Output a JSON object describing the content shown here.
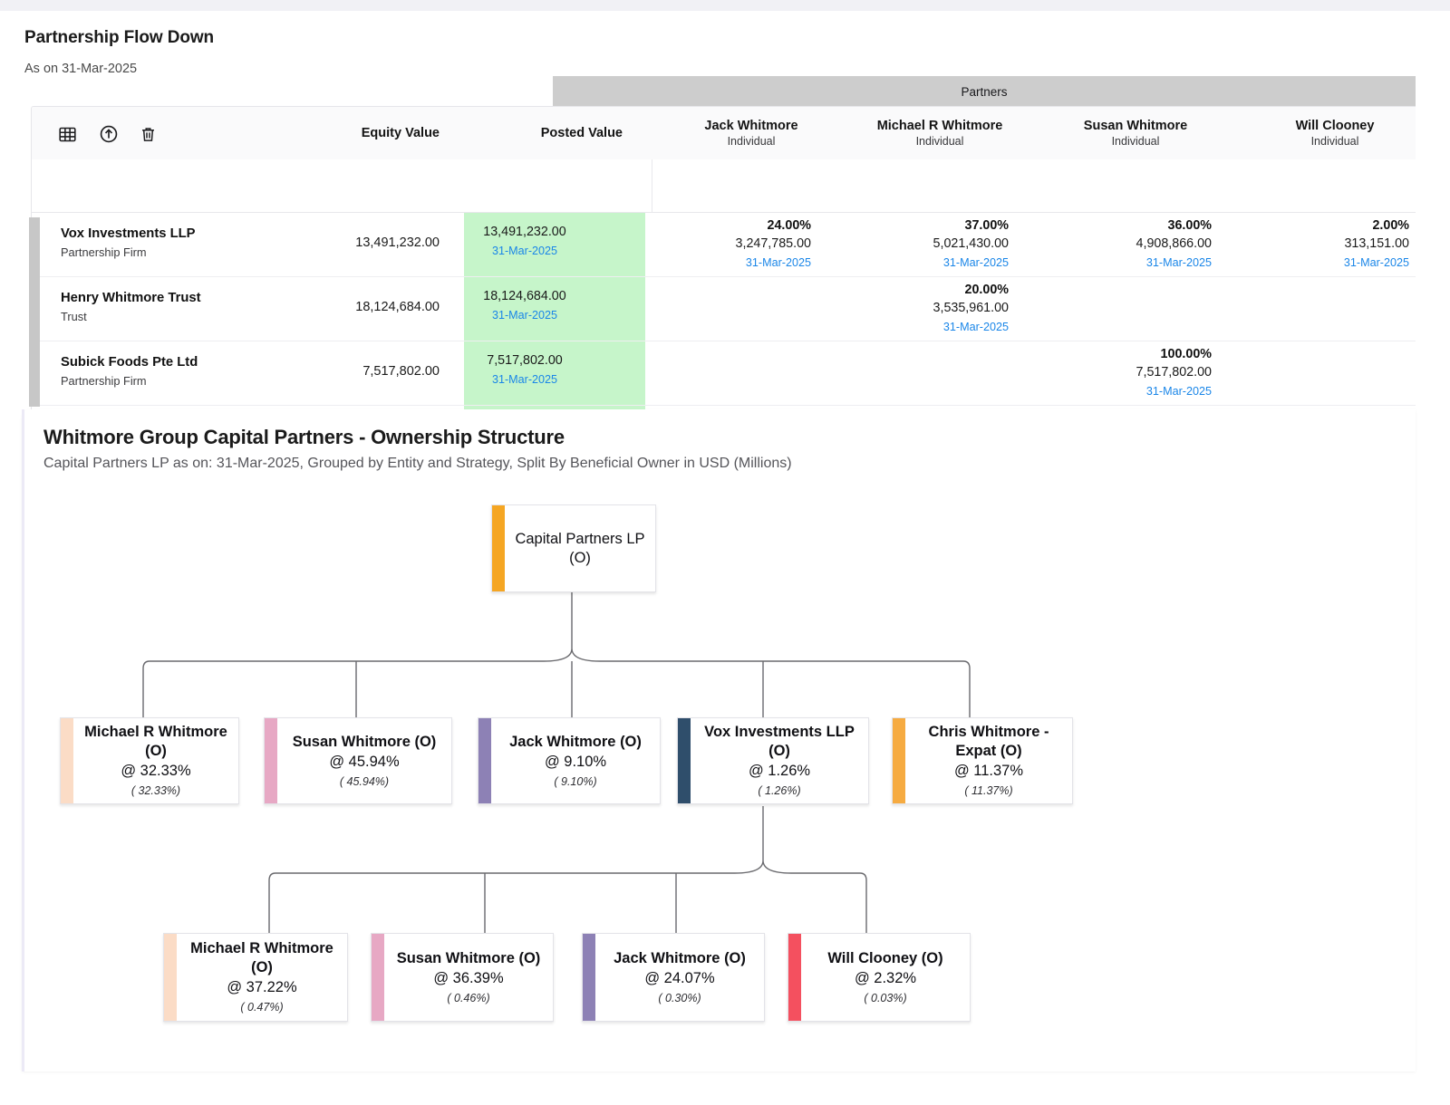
{
  "section1": {
    "title": "Partnership Flow Down",
    "subtitle": "As on 31-Mar-2025",
    "partners_band_label": "Partners",
    "toolbar": [
      {
        "name": "table-view-icon",
        "label": "Table view"
      },
      {
        "name": "export-icon",
        "label": "Export"
      },
      {
        "name": "delete-icon",
        "label": "Delete"
      }
    ],
    "columns": {
      "entity": "",
      "equity_value": "Equity Value",
      "posted_value": "Posted Value"
    },
    "partners": [
      {
        "name": "Jack Whitmore",
        "type": "Individual"
      },
      {
        "name": "Michael R Whitmore",
        "type": "Individual"
      },
      {
        "name": "Susan Whitmore",
        "type": "Individual"
      },
      {
        "name": "Will Clooney",
        "type": "Individual"
      }
    ],
    "rows": [
      {
        "entity": "Vox Investments LLP",
        "entity_type": "Partnership Firm",
        "equity_value": "13,491,232.00",
        "posted_value": "13,491,232.00",
        "posted_date": "31-Mar-2025",
        "cells": [
          {
            "pct": "24.00%",
            "value": "3,247,785.00",
            "date": "31-Mar-2025"
          },
          {
            "pct": "37.00%",
            "value": "5,021,430.00",
            "date": "31-Mar-2025"
          },
          {
            "pct": "36.00%",
            "value": "4,908,866.00",
            "date": "31-Mar-2025"
          },
          {
            "pct": "2.00%",
            "value": "313,151.00",
            "date": "31-Mar-2025"
          }
        ]
      },
      {
        "entity": "Henry Whitmore Trust",
        "entity_type": "Trust",
        "equity_value": "18,124,684.00",
        "posted_value": "18,124,684.00",
        "posted_date": "31-Mar-2025",
        "cells": [
          {
            "pct": "",
            "value": "",
            "date": ""
          },
          {
            "pct": "20.00%",
            "value": "3,535,961.00",
            "date": "31-Mar-2025"
          },
          {
            "pct": "",
            "value": "",
            "date": ""
          },
          {
            "pct": "",
            "value": "",
            "date": ""
          }
        ]
      },
      {
        "entity": "Subick Foods Pte Ltd",
        "entity_type": "Partnership Firm",
        "equity_value": "7,517,802.00",
        "posted_value": "7,517,802.00",
        "posted_date": "31-Mar-2025",
        "cells": [
          {
            "pct": "",
            "value": "",
            "date": ""
          },
          {
            "pct": "",
            "value": "",
            "date": ""
          },
          {
            "pct": "100.00%",
            "value": "7,517,802.00",
            "date": "31-Mar-2025"
          },
          {
            "pct": "",
            "value": "",
            "date": ""
          }
        ]
      }
    ]
  },
  "section2": {
    "title": "Whitmore Group Capital Partners - Ownership Structure",
    "subtitle": "Capital Partners LP as on: 31-Mar-2025, Grouped by Entity and Strategy, Split By Beneficial Owner in USD (Millions)",
    "root": {
      "title": "Capital Partners LP\n(O)",
      "line1": "Capital Partners LP",
      "line2": "(O)",
      "color": "#f5a623"
    },
    "level2": [
      {
        "line1": "Michael R Whitmore",
        "line2": "(O)",
        "pct": "@ 32.33%",
        "sub": "( 32.33%)",
        "color": "#fbdcc6"
      },
      {
        "line1": "Susan Whitmore (O)",
        "line2": "",
        "pct": "@ 45.94%",
        "sub": "( 45.94%)",
        "color": "#e7a8c4"
      },
      {
        "line1": "Jack Whitmore (O)",
        "line2": "",
        "pct": "@ 9.10%",
        "sub": "( 9.10%)",
        "color": "#8d81b5"
      },
      {
        "line1": "Vox Investments LLP",
        "line2": "(O)",
        "pct": "@ 1.26%",
        "sub": "( 1.26%)",
        "color": "#2f4e6b"
      },
      {
        "line1": "Chris Whitmore -",
        "line2": "Expat (O)",
        "pct": "@ 11.37%",
        "sub": "( 11.37%)",
        "color": "#f6ab41"
      }
    ],
    "level3": [
      {
        "line1": "Michael R Whitmore",
        "line2": "(O)",
        "pct": "@ 37.22%",
        "sub": "( 0.47%)",
        "color": "#fbdcc6"
      },
      {
        "line1": "Susan Whitmore (O)",
        "line2": "",
        "pct": "@ 36.39%",
        "sub": "( 0.46%)",
        "color": "#e7a8c4"
      },
      {
        "line1": "Jack Whitmore (O)",
        "line2": "",
        "pct": "@ 24.07%",
        "sub": "( 0.30%)",
        "color": "#8d81b5"
      },
      {
        "line1": "Will Clooney (O)",
        "line2": "",
        "pct": "@ 2.32%",
        "sub": "( 0.03%)",
        "color": "#f4505f"
      }
    ]
  },
  "chart_data": {
    "type": "table",
    "title": "Whitmore Group Capital Partners - Ownership Structure",
    "nodes": [
      {
        "id": "root",
        "label": "Capital Partners LP (O)",
        "level": 0
      },
      {
        "id": "l2-0",
        "label": "Michael R Whitmore (O)",
        "level": 1,
        "pct": 32.33,
        "effective_pct": 32.33
      },
      {
        "id": "l2-1",
        "label": "Susan Whitmore (O)",
        "level": 1,
        "pct": 45.94,
        "effective_pct": 45.94
      },
      {
        "id": "l2-2",
        "label": "Jack Whitmore (O)",
        "level": 1,
        "pct": 9.1,
        "effective_pct": 9.1
      },
      {
        "id": "l2-3",
        "label": "Vox Investments LLP (O)",
        "level": 1,
        "pct": 1.26,
        "effective_pct": 1.26
      },
      {
        "id": "l2-4",
        "label": "Chris Whitmore - Expat (O)",
        "level": 1,
        "pct": 11.37,
        "effective_pct": 11.37
      },
      {
        "id": "l3-0",
        "label": "Michael R Whitmore (O)",
        "level": 2,
        "parent": "l2-3",
        "pct": 37.22,
        "effective_pct": 0.47
      },
      {
        "id": "l3-1",
        "label": "Susan Whitmore (O)",
        "level": 2,
        "parent": "l2-3",
        "pct": 36.39,
        "effective_pct": 0.46
      },
      {
        "id": "l3-2",
        "label": "Jack Whitmore (O)",
        "level": 2,
        "parent": "l2-3",
        "pct": 24.07,
        "effective_pct": 0.3
      },
      {
        "id": "l3-3",
        "label": "Will Clooney (O)",
        "level": 2,
        "parent": "l2-3",
        "pct": 2.32,
        "effective_pct": 0.03
      }
    ]
  }
}
